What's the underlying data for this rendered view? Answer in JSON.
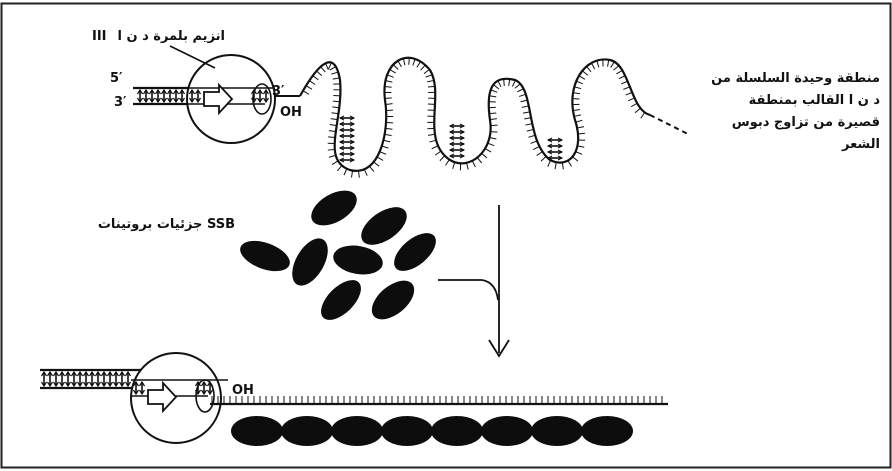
{
  "labels": {
    "enzyme": "انزيم بلمرة د ن ا",
    "enzyme_roman": "III",
    "single_strand_lines": [
      "منطقة وحيدة السلسلة من",
      "د ن ا القالب بمنطقة",
      "قصيرة من تزاوج دبوس",
      "الشعر"
    ],
    "ssb": "جزئيات بروتينات SSB",
    "five_prime": "5′",
    "three_prime_left": "3′",
    "three_prime_right": "3′",
    "oh_top": "OH",
    "oh_bottom": "OH"
  },
  "icons": [
    "polymerase-sphere",
    "direction-arrow",
    "ssb-protein",
    "hairpin-loop"
  ]
}
